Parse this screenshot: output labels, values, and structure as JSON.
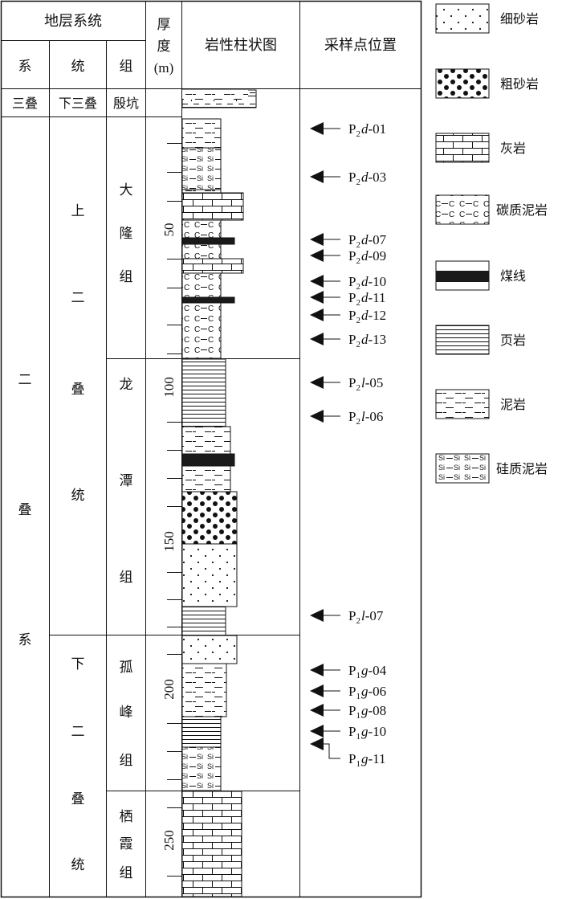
{
  "headers": {
    "strat_system": "地层系统",
    "system": "系",
    "series": "统",
    "formation": "组",
    "thickness_l1": "厚",
    "thickness_l2": "度",
    "thickness_l3": "(m)",
    "column": "岩性柱状图",
    "samples": "采样点位置"
  },
  "units": {
    "sys_triassic": "三叠",
    "ser_lower_triassic": "下三叠",
    "fm_yinkeng": "殷坑",
    "sys_permian": [
      "二",
      "叠",
      "系"
    ],
    "ser_upper_permian": [
      "上",
      "二",
      "叠",
      "统"
    ],
    "ser_lower_permian": [
      "下",
      "二",
      "叠",
      "统"
    ],
    "fm_dalong": [
      "大",
      "隆",
      "组"
    ],
    "fm_longtan": [
      "龙",
      "潭",
      "组"
    ],
    "fm_gufeng": [
      "孤",
      "峰",
      "组"
    ],
    "fm_qixia": [
      "栖",
      "霞",
      "组"
    ]
  },
  "depth_ticks": [
    "50",
    "100",
    "150",
    "200",
    "250"
  ],
  "samples": [
    {
      "pre": "P",
      "sub": "2",
      "let": "d",
      "num": "-01"
    },
    {
      "pre": "P",
      "sub": "2",
      "let": "d",
      "num": "-03"
    },
    {
      "pre": "P",
      "sub": "2",
      "let": "d",
      "num": "-07"
    },
    {
      "pre": "P",
      "sub": "2",
      "let": "d",
      "num": "-09"
    },
    {
      "pre": "P",
      "sub": "2",
      "let": "d",
      "num": "-10"
    },
    {
      "pre": "P",
      "sub": "2",
      "let": "d",
      "num": "-11"
    },
    {
      "pre": "P",
      "sub": "2",
      "let": "d",
      "num": "-12"
    },
    {
      "pre": "P",
      "sub": "2",
      "let": "d",
      "num": "-13"
    },
    {
      "pre": "P",
      "sub": "2",
      "let": "l",
      "num": "-05"
    },
    {
      "pre": "P",
      "sub": "2",
      "let": "l",
      "num": "-06"
    },
    {
      "pre": "P",
      "sub": "2",
      "let": "l",
      "num": "-07"
    },
    {
      "pre": "P",
      "sub": "1",
      "let": "g",
      "num": "-04"
    },
    {
      "pre": "P",
      "sub": "1",
      "let": "g",
      "num": "-06"
    },
    {
      "pre": "P",
      "sub": "1",
      "let": "g",
      "num": "-08"
    },
    {
      "pre": "P",
      "sub": "1",
      "let": "g",
      "num": "-10"
    },
    {
      "pre": "P",
      "sub": "1",
      "let": "g",
      "num": "-11"
    }
  ],
  "legend": [
    {
      "key": "fine_sandstone",
      "label": "细砂岩"
    },
    {
      "key": "coarse_sandstone",
      "label": "粗砂岩"
    },
    {
      "key": "limestone",
      "label": "灰岩"
    },
    {
      "key": "carbonaceous_mudstone",
      "label": "碳质泥岩"
    },
    {
      "key": "coal_seam",
      "label": "煤线"
    },
    {
      "key": "shale",
      "label": "页岩"
    },
    {
      "key": "mudstone",
      "label": "泥岩"
    },
    {
      "key": "siliceous_mudstone",
      "label": "硅质泥岩"
    }
  ],
  "colors": {
    "ink": "#111111",
    "coal": "#1a1a1a",
    "background": "#ffffff"
  }
}
